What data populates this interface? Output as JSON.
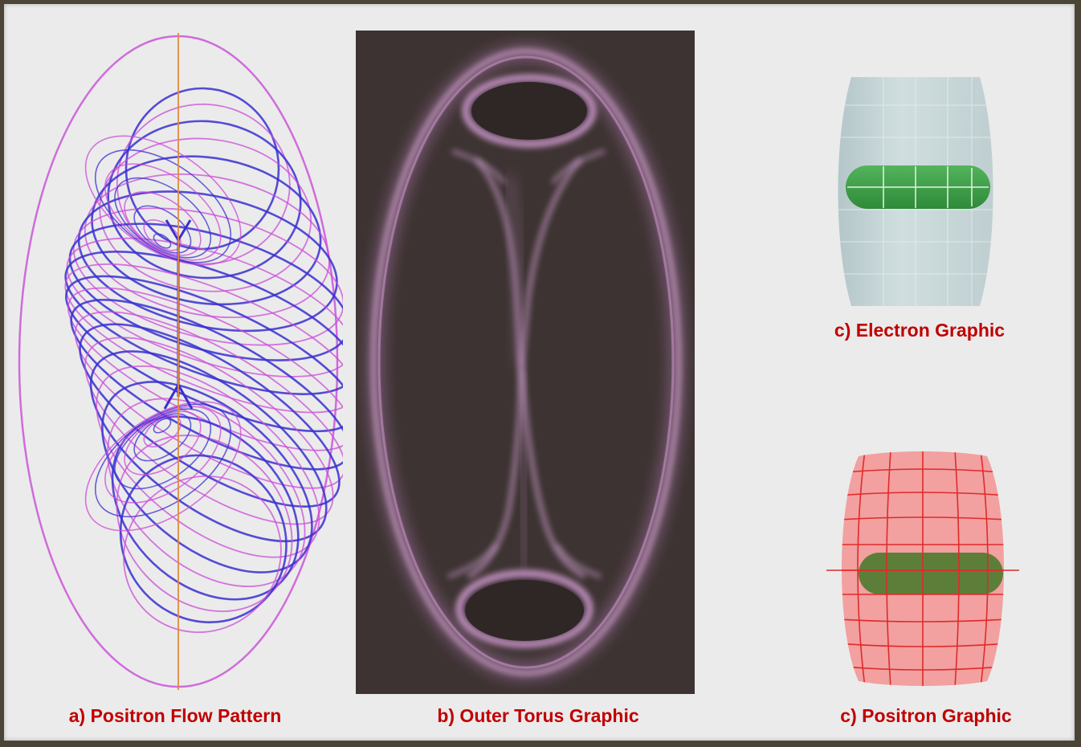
{
  "captions": {
    "a": "a) Positron Flow Pattern",
    "b": "b) Outer Torus Graphic",
    "c_electron": "c) Electron Graphic",
    "c_positron": "c) Positron Graphic"
  },
  "colors": {
    "frame_border": "#4a4536",
    "background": "#ebebeb",
    "caption": "#c00000",
    "flow_blue": "#3a2fd0",
    "flow_magenta": "#c94bd8",
    "axis_orange": "#e08a40",
    "torus_bg": "#3d3332",
    "torus_glow": "#d9a2d8",
    "electron_shell": "#c6d6d8",
    "electron_core": "#3c9a45",
    "positron_shell": "#f3a3a3",
    "positron_grid": "#e03030",
    "positron_core": "#4a7a2a"
  }
}
